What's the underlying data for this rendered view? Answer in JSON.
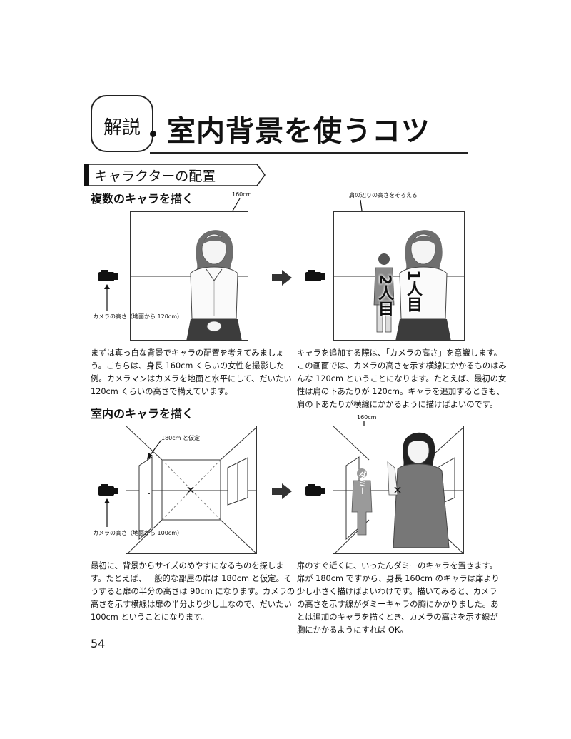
{
  "header": {
    "tag": "解説",
    "title": "室内背景を使うコツ"
  },
  "section": {
    "title": "キャラクターの配置"
  },
  "part1": {
    "heading": "複数のキャラを描く",
    "left_panel": {
      "height_label": "160cm",
      "camera_label": "カメラの高さ（地面から 120cm）"
    },
    "right_panel": {
      "shoulder_label": "肩の辺りの高さをそろえる",
      "char1_label": "1人目",
      "char2_label": "2人目"
    },
    "left_text": [
      "まずは真っ白な背景でキャラの配置を考えてみましょ",
      "う。こちらは、身長 160cm くらいの女性を撮影した",
      "例。カメラマンはカメラを地面と水平にして、だいたい",
      "120cm くらいの高さで構えています。"
    ],
    "right_text": [
      "キャラを追加する際は、「カメラの高さ」を意識します。",
      "この画面では、カメラの高さを示す横線にかかるものはみ",
      "んな 120cm ということになります。たとえば、最初の女",
      "性は肩の下あたりが 120cm。キャラを追加するときも、",
      "肩の下あたりが横線にかかるように描けばよいのです。"
    ]
  },
  "part2": {
    "heading": "室内のキャラを描く",
    "left_panel": {
      "door_label": "180cm と仮定",
      "camera_label": "カメラの高さ（地面から 100cm）"
    },
    "right_panel": {
      "height_label": "160cm",
      "dummy_label": "ダミー"
    },
    "left_text": [
      "最初に、背景からサイズのめやすになるものを探しま",
      "す。たとえば、一般的な部屋の扉は 180cm と仮定。そ",
      "うすると扉の半分の高さは 90cm になります。カメラの",
      "高さを示す横線は扉の半分より少し上なので、だいたい",
      "100cm ということになります。"
    ],
    "right_text": [
      "扉のすぐ近くに、いったんダミーのキャラを置きます。",
      "扉が 180cm ですから、身長 160cm のキャラは扉より",
      "少し小さく描けばよいわけです。描いてみると、カメラ",
      "の高さを示す線がダミーキャラの胸にかかりました。あ",
      "とは追加のキャラを描くとき、カメラの高さを示す線が",
      "胸にかかるようにすれば OK。"
    ]
  },
  "page_number": "54",
  "colors": {
    "ink": "#111111",
    "panel_border": "#333333",
    "tone": "#7a7a7a"
  }
}
